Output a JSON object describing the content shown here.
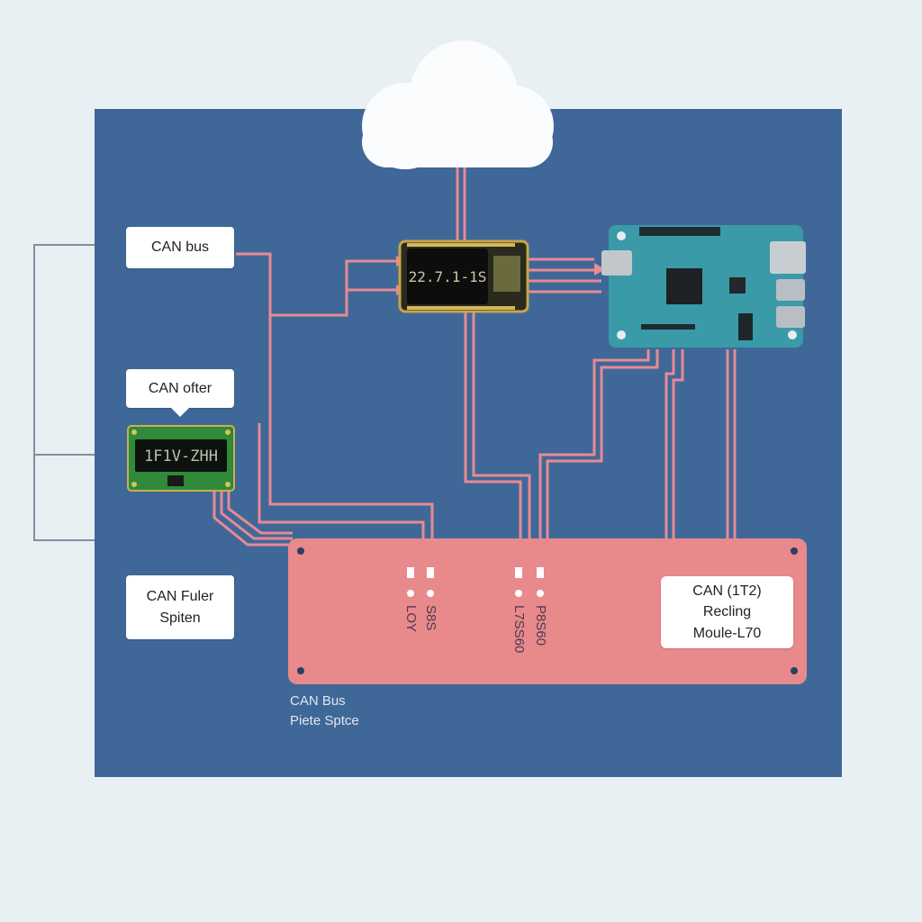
{
  "labels": {
    "can_bus": "CAN bus",
    "can_ofter": "CAN ofter",
    "can_fuler_line1": "CAN Fuler",
    "can_fuler_line2": "Spiten",
    "module_line1": "CAN (1T2)",
    "module_line2": "Recling",
    "module_line3": "Moule-L70",
    "caption_line1": "CAN Bus",
    "caption_line2": "Piete Sptce"
  },
  "devices": {
    "controller_display": "22.7.1-1S",
    "small_board_display": "1F1V-ZHH"
  },
  "bus_markings": {
    "group_a_col1": "LOY",
    "group_a_col2": "S8S",
    "group_b_col1": "L7SS60",
    "group_b_col2": "P8S60"
  },
  "colors": {
    "background": "#e8f0f4",
    "panel": "#3f6898",
    "wire": "#e88a92",
    "bus_bar": "#e8898b",
    "cloud": "#fbfcfd",
    "pcb_green": "#2f8a3a",
    "pcb_teal": "#3a9aa8"
  },
  "icons": [
    "cloud-icon",
    "microcontroller-board-icon",
    "single-board-computer-icon",
    "lcd-module-icon"
  ]
}
